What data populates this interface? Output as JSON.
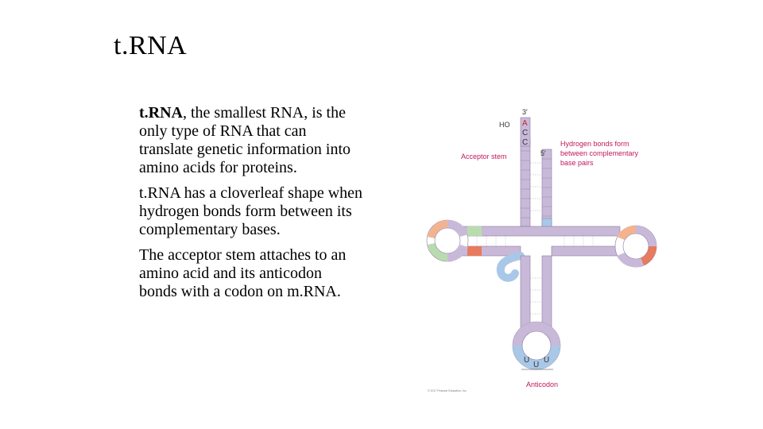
{
  "slide": {
    "title": "t.RNA",
    "paragraphs": [
      {
        "lead": "t.RNA",
        "text": ", the smallest RNA, is the\nonly type of RNA that can\ntranslate genetic information into\namino acids for proteins."
      },
      {
        "lead": "",
        "text": "t.RNA has a cloverleaf shape when\nhydrogen bonds form between its\ncomplementary bases."
      },
      {
        "lead": "",
        "text": "The acceptor stem attaches to an\namino acid and its anticodon\nbonds with a codon on m.RNA."
      }
    ]
  },
  "figure": {
    "labels": {
      "three_prime": "3′",
      "five_prime": "5′",
      "ho": "HO",
      "acceptor_stem": "Acceptor stem",
      "hbond_line1": "Hydrogen bonds form",
      "hbond_line2": "between complementary",
      "hbond_line3": "base pairs",
      "anticodon": "Anticodon",
      "copyright": "© 2017 Pearson Education, Inc."
    },
    "acceptor_bases": [
      "A",
      "C",
      "C"
    ],
    "anticodon_bases": [
      "U",
      "U",
      "U"
    ],
    "colors": {
      "stem": "#c9b9d9",
      "stem_stroke": "#8a7aa0",
      "label_red": "#c2185b",
      "base_red": "#c62828",
      "loop_orange": "#f4b38f",
      "loop_green": "#b9dcae",
      "loop_blue": "#a9c8e8",
      "loop_coral": "#e87a5d"
    }
  }
}
